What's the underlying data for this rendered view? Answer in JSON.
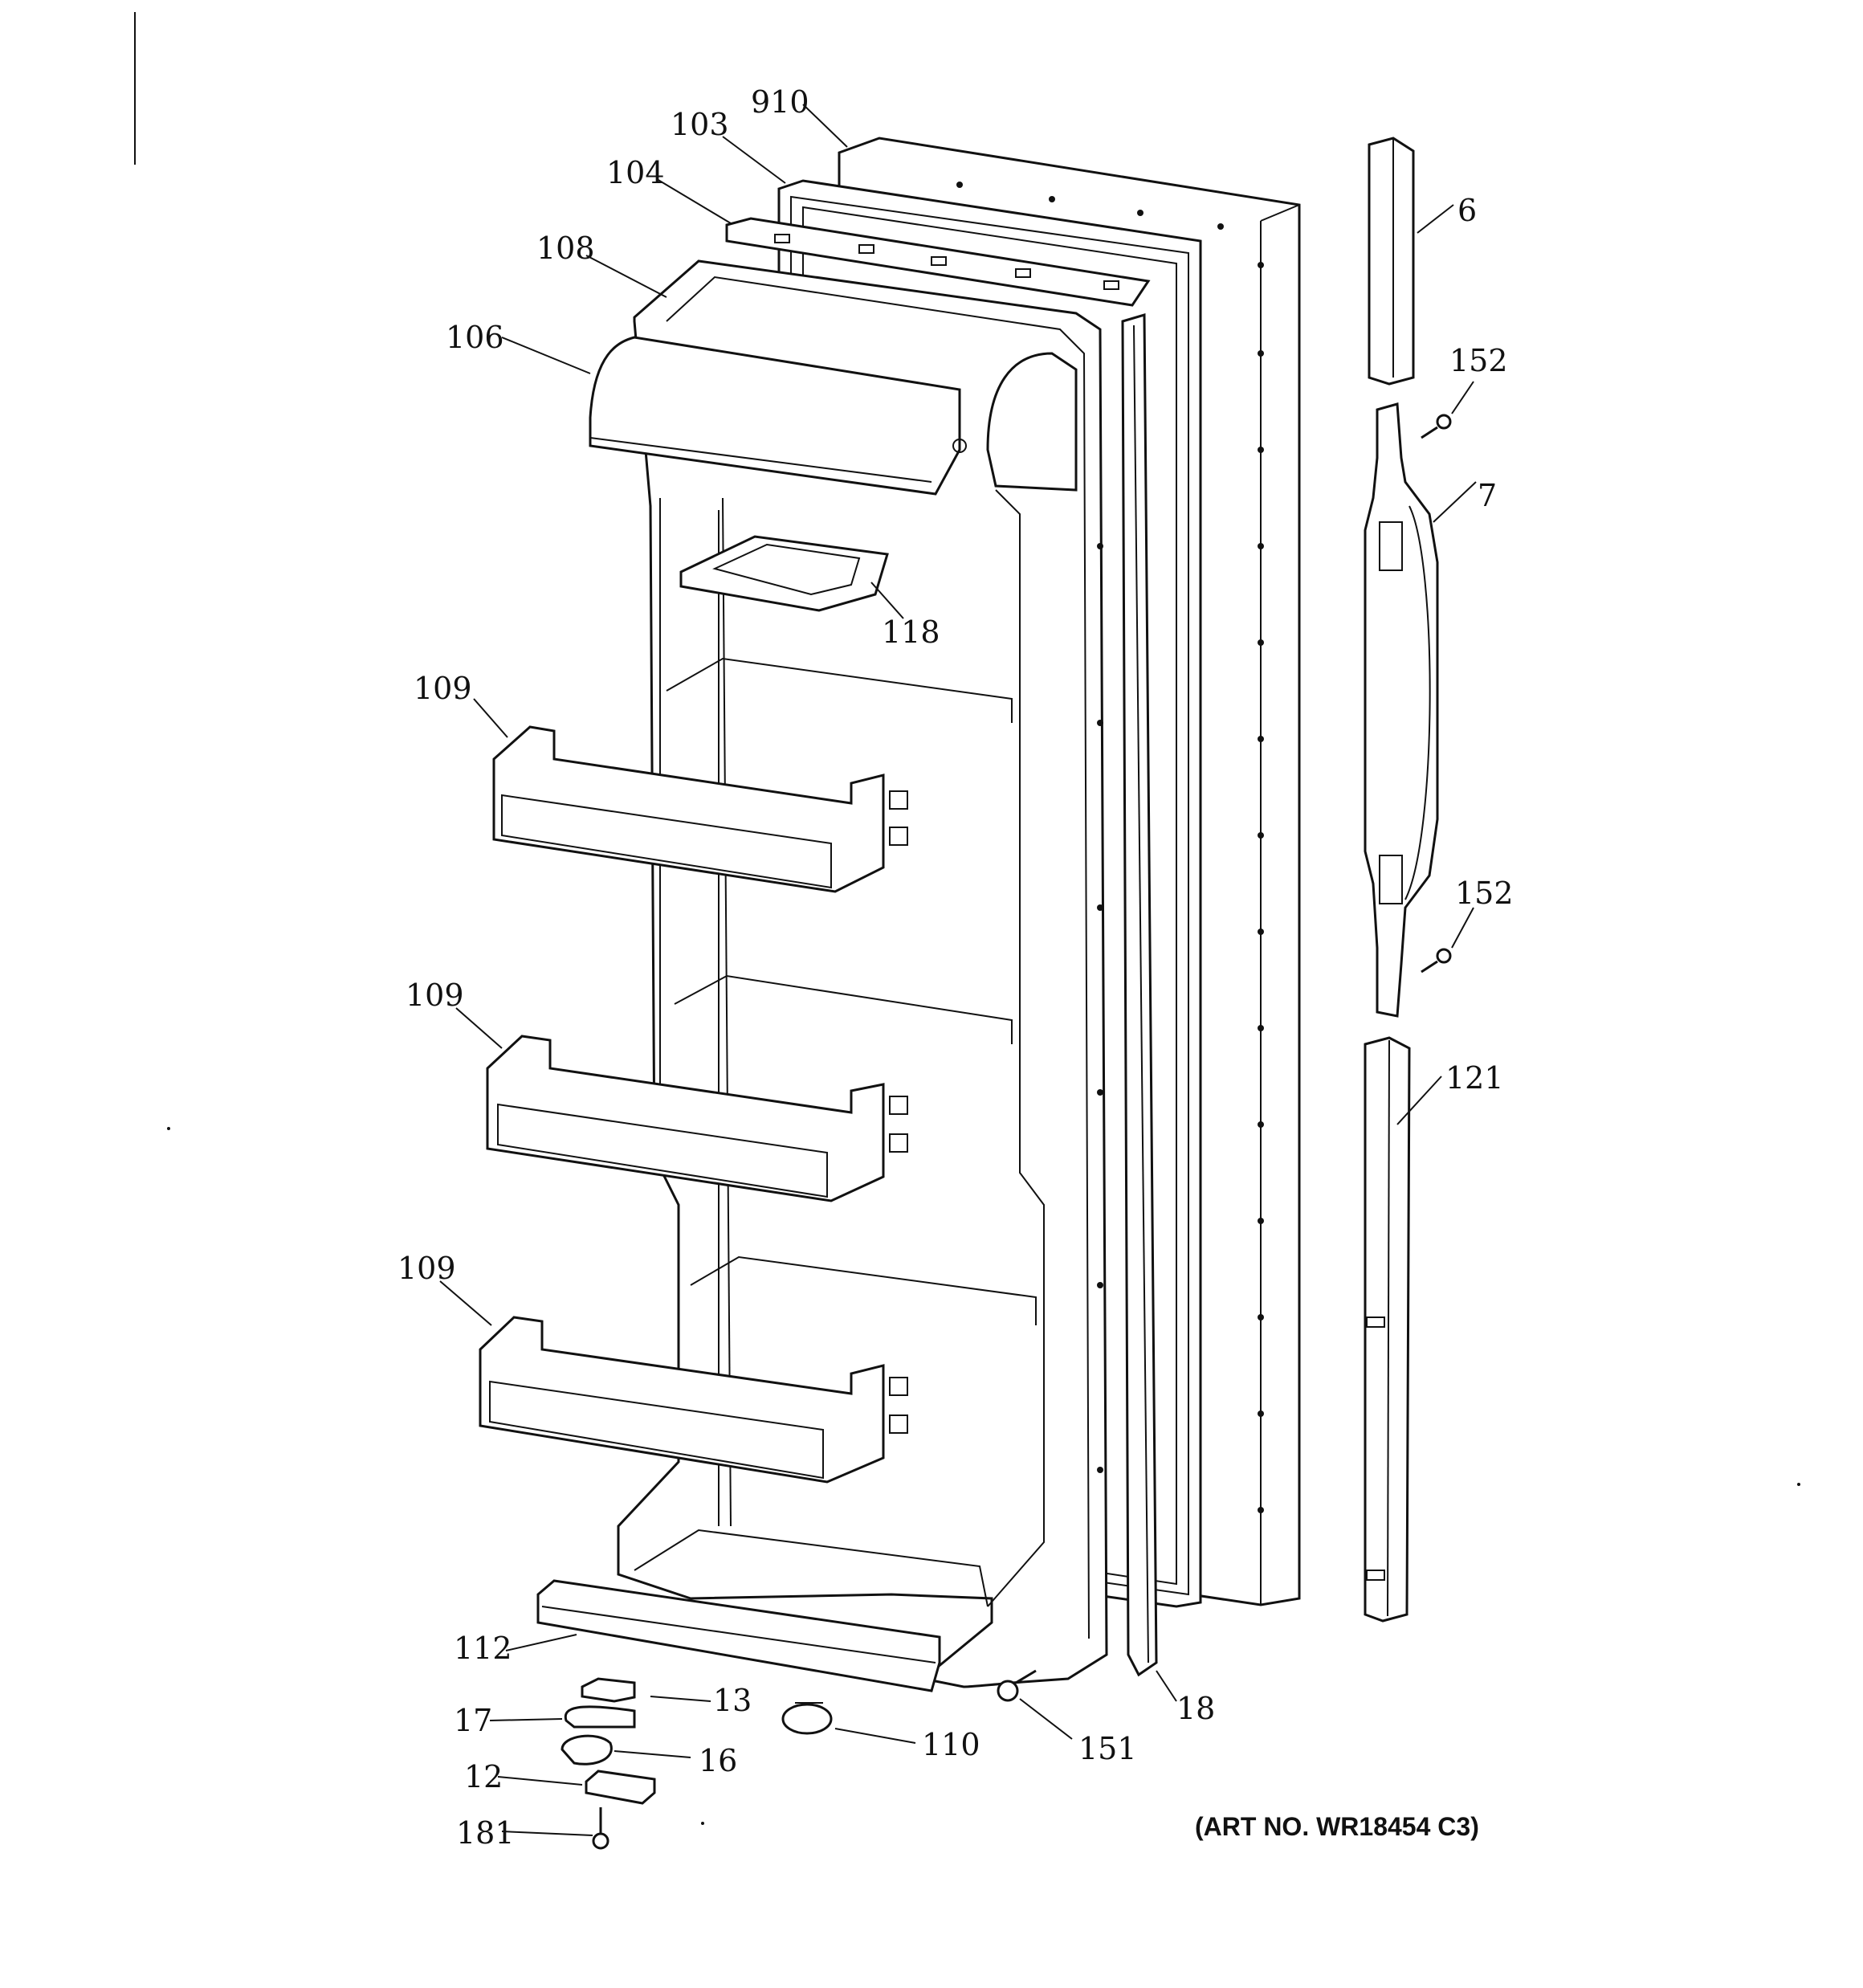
{
  "art_number": "(ART NO. WR18454 C3)",
  "callouts": [
    {
      "id": "c910",
      "text": "910"
    },
    {
      "id": "c103",
      "text": "103"
    },
    {
      "id": "c104",
      "text": "104"
    },
    {
      "id": "c108",
      "text": "108"
    },
    {
      "id": "c106",
      "text": "106"
    },
    {
      "id": "c118",
      "text": "118"
    },
    {
      "id": "c109a",
      "text": "109"
    },
    {
      "id": "c109b",
      "text": "109"
    },
    {
      "id": "c109c",
      "text": "109"
    },
    {
      "id": "c112",
      "text": "112"
    },
    {
      "id": "c13",
      "text": "13"
    },
    {
      "id": "c17",
      "text": "17"
    },
    {
      "id": "c16",
      "text": "16"
    },
    {
      "id": "c12",
      "text": "12"
    },
    {
      "id": "c181",
      "text": "181"
    },
    {
      "id": "c110",
      "text": "110"
    },
    {
      "id": "c151",
      "text": "151"
    },
    {
      "id": "c18",
      "text": "18"
    },
    {
      "id": "c6",
      "text": "6"
    },
    {
      "id": "c152a",
      "text": "152"
    },
    {
      "id": "c7",
      "text": "7"
    },
    {
      "id": "c152b",
      "text": "152"
    },
    {
      "id": "c121",
      "text": "121"
    }
  ]
}
